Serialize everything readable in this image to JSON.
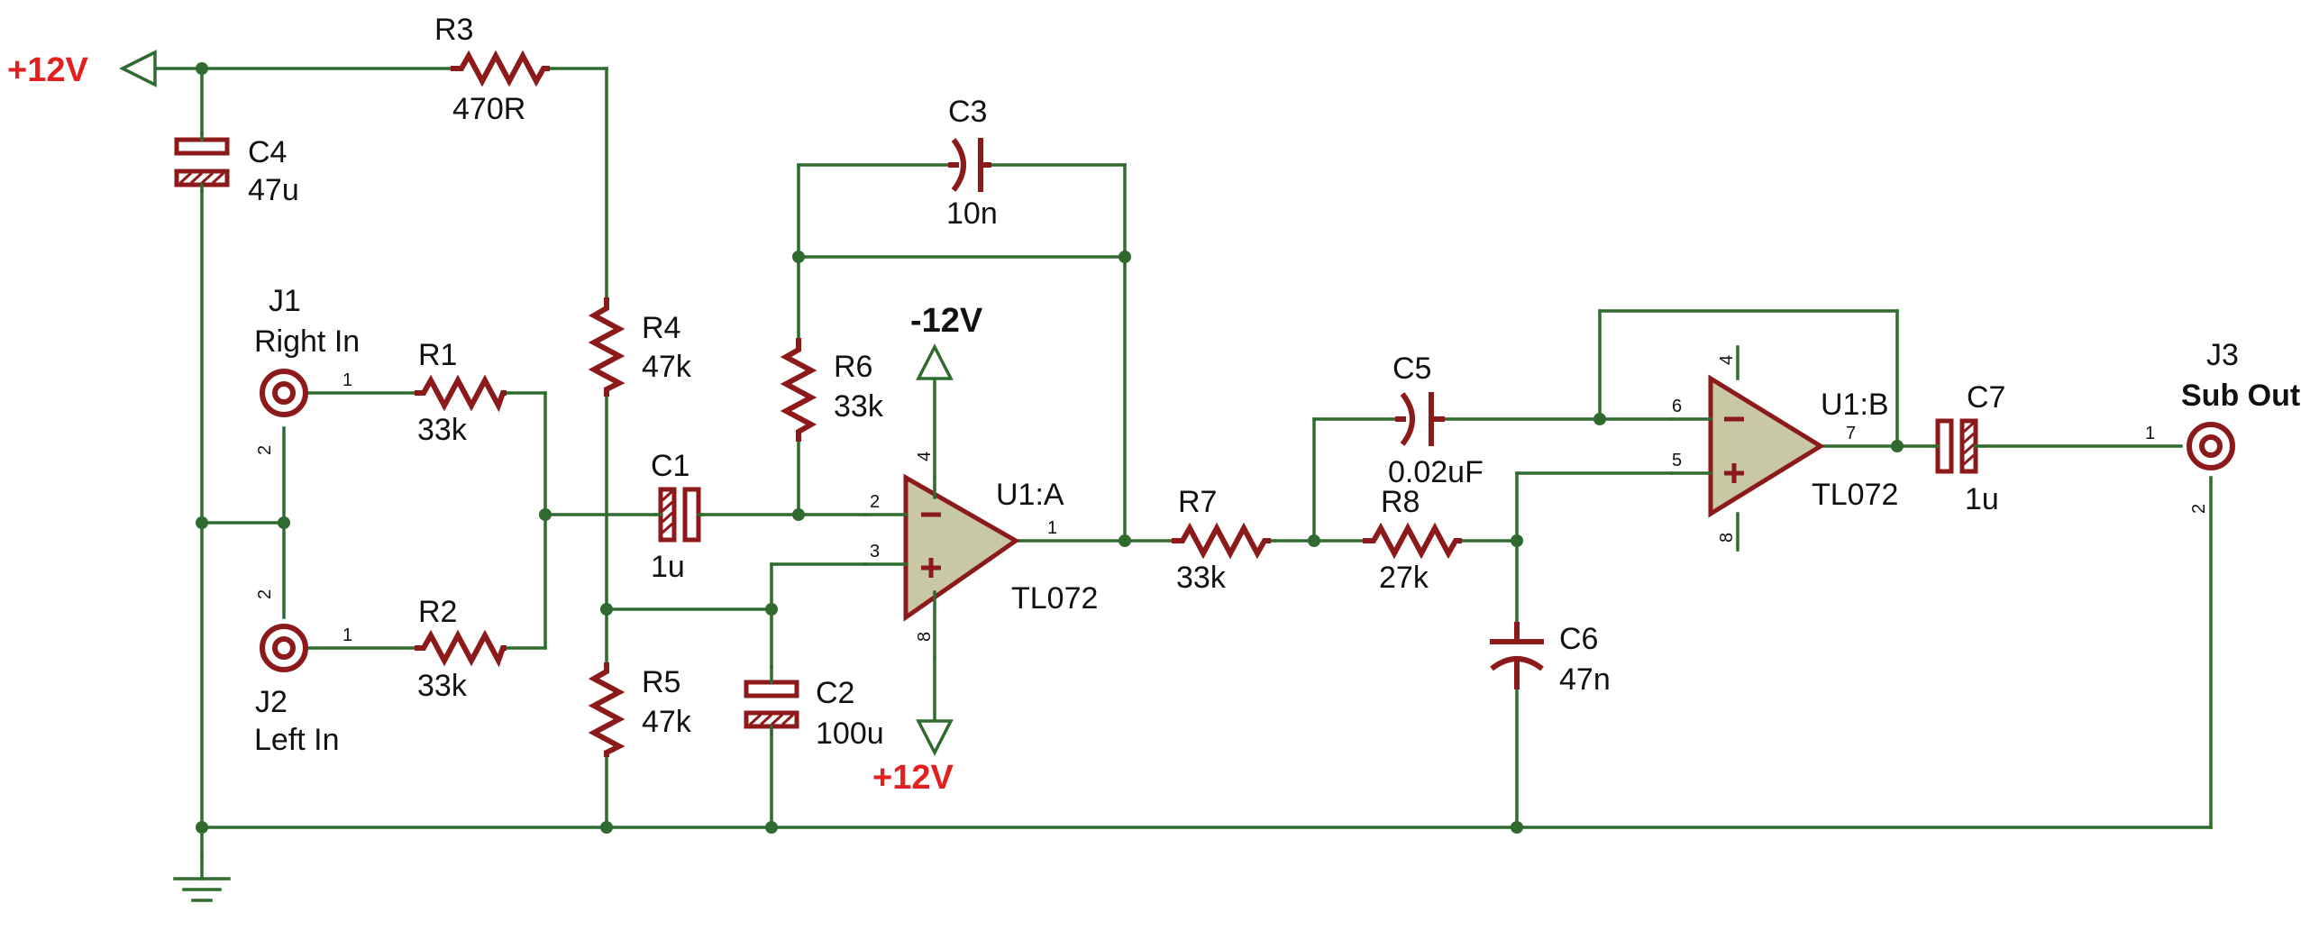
{
  "rails": {
    "pos_main": "+12V",
    "neg_opamp": "-12V",
    "pos_opamp": "+12V"
  },
  "components": {
    "R1": {
      "ref": "R1",
      "value": "33k"
    },
    "R2": {
      "ref": "R2",
      "value": "33k"
    },
    "R3": {
      "ref": "R3",
      "value": "470R"
    },
    "R4": {
      "ref": "R4",
      "value": "47k"
    },
    "R5": {
      "ref": "R5",
      "value": "47k"
    },
    "R6": {
      "ref": "R6",
      "value": "33k"
    },
    "R7": {
      "ref": "R7",
      "value": "33k"
    },
    "R8": {
      "ref": "R8",
      "value": "27k"
    },
    "C1": {
      "ref": "C1",
      "value": "1u"
    },
    "C2": {
      "ref": "C2",
      "value": "100u"
    },
    "C3": {
      "ref": "C3",
      "value": "10n"
    },
    "C4": {
      "ref": "C4",
      "value": "47u"
    },
    "C5": {
      "ref": "C5",
      "value": "0.02uF"
    },
    "C6": {
      "ref": "C6",
      "value": "47n"
    },
    "C7": {
      "ref": "C7",
      "value": "1u"
    },
    "U1A": {
      "ref": "U1:A",
      "value": "TL072"
    },
    "U1B": {
      "ref": "U1:B",
      "value": "TL072"
    },
    "J1": {
      "ref": "J1",
      "name": "Right In"
    },
    "J2": {
      "ref": "J2",
      "name": "Left In"
    },
    "J3": {
      "ref": "J3",
      "name": "Sub Out"
    }
  },
  "pins": {
    "j1_p1": "1",
    "j1_p2": "2",
    "j2_p1": "1",
    "j2_p2": "2",
    "j3_p1": "1",
    "j3_p2": "2",
    "u1a_in_neg": "2",
    "u1a_in_pos": "3",
    "u1a_out": "1",
    "u1a_vneg": "4",
    "u1a_vpos": "8",
    "u1b_in_neg": "6",
    "u1b_in_pos": "5",
    "u1b_out": "7",
    "u1b_vneg": "4",
    "u1b_vpos": "8"
  },
  "colors": {
    "wire": "#2f6b2f",
    "component": "#8c1a1a",
    "opamp_fill": "#c8c8a4",
    "rail_positive_label": "#e32020",
    "text": "#111111"
  }
}
